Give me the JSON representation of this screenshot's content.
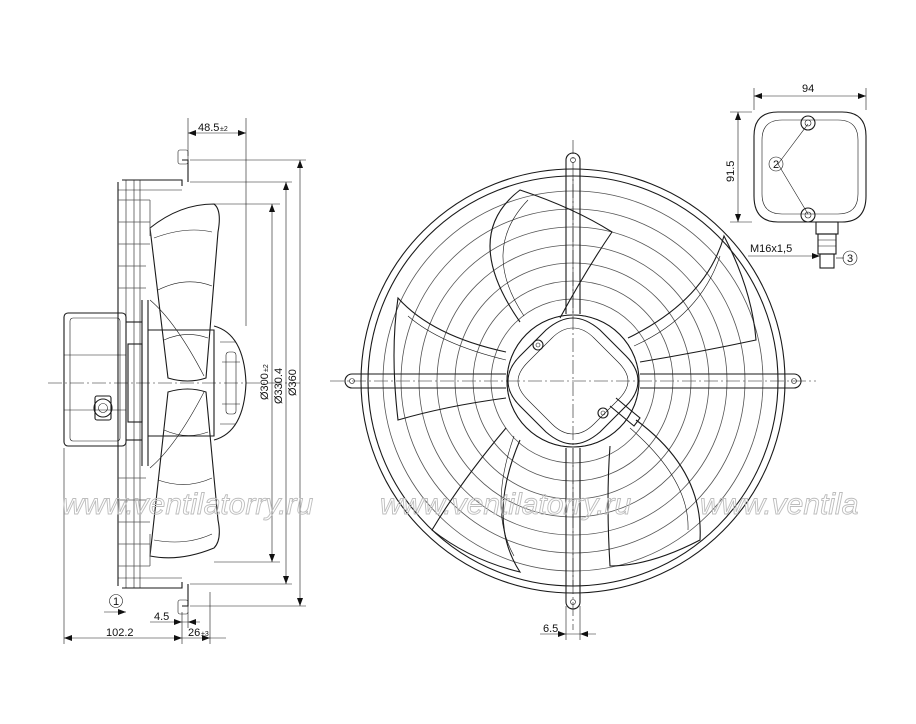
{
  "side_view": {
    "dim_hub": "48.5",
    "dim_hub_tol": "±2",
    "dim_blade_dia": "Ø300",
    "dim_blade_dia_tol": "±2",
    "dim_ring_dia": "Ø330.4",
    "dim_guard_dia": "Ø360",
    "dim_overall_depth": "102.2",
    "dim_flange": "4.5",
    "dim_mount": "26",
    "dim_mount_tol": "±3",
    "callout_1": "1"
  },
  "front_view": {
    "dim_slot": "6.5"
  },
  "terminal_box": {
    "dim_width": "94",
    "dim_height": "91.5",
    "callout_2": "2",
    "callout_3": "3",
    "thread_label": "M16x1,5"
  },
  "watermarks": [
    "www.ventilatorry.ru",
    "www.ventilatorry.ru",
    "www.ventila"
  ]
}
